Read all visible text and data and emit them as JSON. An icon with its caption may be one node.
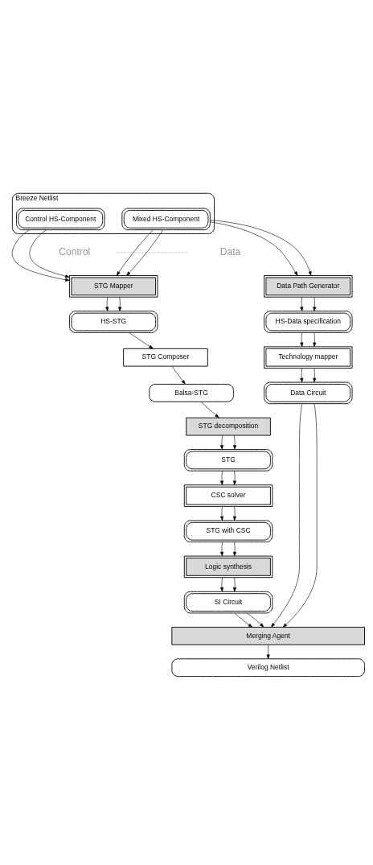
{
  "diagram": {
    "nodes": [
      {
        "text": [
          "Breeze Netlist"
        ]
      },
      {
        "text": [
          "Control HS-Component"
        ],
        "in": 0
      },
      {
        "text": [
          "Mixed HS-Component"
        ],
        "in": 0
      },
      {
        "text": [
          "STG Mapper"
        ]
      },
      {
        "text": [
          "Data Path Generator"
        ]
      },
      {
        "text": [
          "HS-STG"
        ]
      },
      {
        "text": [
          "HS-Data specification"
        ]
      },
      {
        "text": [
          "STG Composer"
        ]
      },
      {
        "text": [
          "Technology mapper"
        ]
      },
      {
        "text": [
          "Balsa-STG"
        ]
      },
      {
        "text": [
          "Data Circuit"
        ]
      },
      {
        "text": [
          "STG decomposition"
        ]
      },
      {
        "text": [
          "STG"
        ]
      },
      {
        "text": [
          "CSC solver"
        ]
      },
      {
        "text": [
          "STG with CSC"
        ]
      },
      {
        "text": [
          "Logic synthesis"
        ]
      },
      {
        "text": [
          "SI Circuit"
        ]
      },
      {
        "text": [
          "Merging Agent"
        ]
      },
      {
        "text": [
          "Verilog Netlist"
        ]
      }
    ],
    "edges": [
      {
        "from": 1,
        "to": 3,
        "arrow": "to"
      },
      {
        "from": 1,
        "to": 3,
        "arrow": "to"
      },
      {
        "from": 2,
        "to": 3,
        "arrow": "to"
      },
      {
        "from": 2,
        "to": 3,
        "arrow": "to"
      },
      {
        "from": 2,
        "to": 4,
        "arrow": "to"
      },
      {
        "from": 2,
        "to": 4,
        "arrow": "to"
      },
      {
        "from": 3,
        "to": 5,
        "arrow": "to"
      },
      {
        "from": 3,
        "to": 5,
        "arrow": "to"
      },
      {
        "from": 4,
        "to": 6,
        "arrow": "to"
      },
      {
        "from": 4,
        "to": 6,
        "arrow": "to"
      },
      {
        "from": 5,
        "to": 7,
        "arrow": "to"
      },
      {
        "from": 6,
        "to": 8,
        "arrow": "to"
      },
      {
        "from": 6,
        "to": 8,
        "arrow": "to"
      },
      {
        "from": 7,
        "to": 9,
        "arrow": "to"
      },
      {
        "from": 8,
        "to": 10,
        "arrow": "to"
      },
      {
        "from": 8,
        "to": 10,
        "arrow": "to"
      },
      {
        "from": 9,
        "to": 11,
        "arrow": "to"
      },
      {
        "from": 11,
        "to": 12,
        "arrow": "to"
      },
      {
        "from": 11,
        "to": 12,
        "arrow": "to"
      },
      {
        "from": 12,
        "to": 13,
        "arrow": "to"
      },
      {
        "from": 12,
        "to": 13,
        "arrow": "to"
      },
      {
        "from": 13,
        "to": 14,
        "arrow": "to"
      },
      {
        "from": 13,
        "to": 14,
        "arrow": "to"
      },
      {
        "from": 14,
        "to": 15,
        "arrow": "to"
      },
      {
        "from": 14,
        "to": 15,
        "arrow": "to"
      },
      {
        "from": 15,
        "to": 16,
        "arrow": "to"
      },
      {
        "from": 15,
        "to": 16,
        "arrow": "to"
      },
      {
        "from": 16,
        "to": 17,
        "arrow": "to"
      },
      {
        "from": 16,
        "to": 17,
        "arrow": "to"
      },
      {
        "from": 10,
        "to": 17,
        "arrow": "to"
      },
      {
        "from": 10,
        "to": 17,
        "arrow": "to"
      },
      {
        "from": 17,
        "to": 18,
        "arrow": "to"
      }
    ],
    "labels": [
      "Control",
      "Data"
    ]
  }
}
